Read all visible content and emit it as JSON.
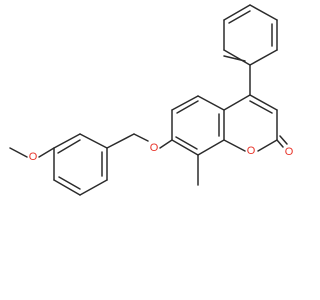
{
  "molecule": {
    "atom_labels": [
      {
        "id": "ether-o-left",
        "text": "O",
        "color": "#e8362c"
      },
      {
        "id": "ether-o-benzyl",
        "text": "O",
        "color": "#e8362c"
      },
      {
        "id": "ring-o",
        "text": "O",
        "color": "#e8362c"
      },
      {
        "id": "carbonyl-o",
        "text": "O",
        "color": "#e8362c"
      }
    ],
    "bond_color": "#2b2b2b"
  }
}
